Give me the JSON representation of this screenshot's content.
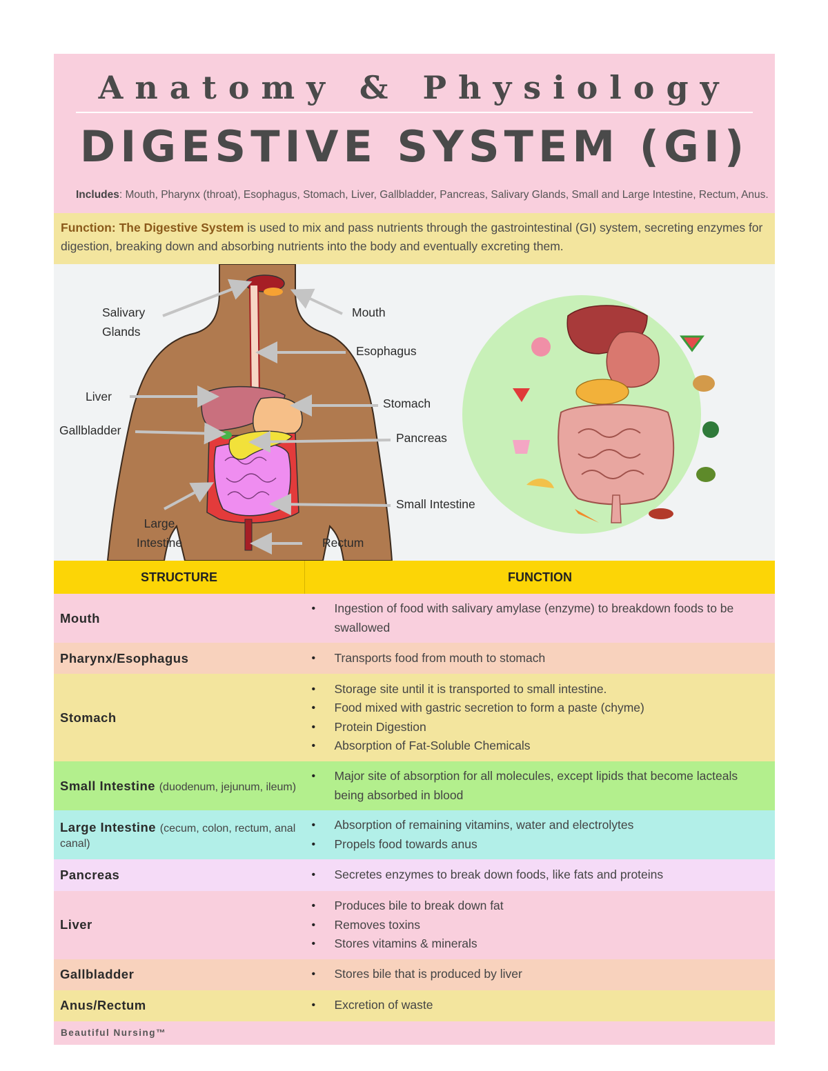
{
  "header": {
    "title": "Anatomy & Physiology",
    "subtitle": "DIGESTIVE SYSTEM (GI)",
    "includes_label": "Includes",
    "includes_text": ": Mouth, Pharynx (throat), Esophagus, Stomach, Liver, Gallbladder, Pancreas, Salivary Glands, Small and Large Intestine, Rectum, Anus."
  },
  "function": {
    "label": "Function:",
    "system_name": "The Digestive System",
    "text": "is used to mix and pass nutrients through the gastrointestinal (GI) system, secreting enzymes for digestion, breaking down and absorbing nutrients into the body and eventually excreting them."
  },
  "diagram": {
    "labels": {
      "salivary_glands": "Salivary Glands",
      "mouth": "Mouth",
      "esophagus": "Esophagus",
      "liver": "Liver",
      "stomach": "Stomach",
      "gallbladder": "Gallbladder",
      "pancreas": "Pancreas",
      "small_intestine": "Small Intestine",
      "large_intestine": "Large Intestine",
      "rectum": "Rectum"
    },
    "colors": {
      "skin": "#b07a4f",
      "liver": "#c9707e",
      "stomach": "#f6bf88",
      "pancreas": "#f2e13a",
      "gallbladder": "#47b347",
      "small_intestine": "#ef8df0",
      "large_intestine": "#e33b3b",
      "arrow": "#c4c4c4",
      "food_circle": "#c8f0b8"
    }
  },
  "table": {
    "headers": {
      "structure": "STRUCTURE",
      "function": "FUNCTION"
    },
    "rows": [
      {
        "structure": "Mouth",
        "sub": "",
        "color": "#f9cfdd",
        "functions": [
          "Ingestion of food with salivary amylase (enzyme) to breakdown foods to be swallowed"
        ]
      },
      {
        "structure": "Pharynx/Esophagus",
        "sub": "",
        "color": "#f8d2bd",
        "functions": [
          "Transports food from mouth to stomach"
        ]
      },
      {
        "structure": "Stomach",
        "sub": "",
        "color": "#f3e59e",
        "functions": [
          "Storage site until it is transported to small intestine.",
          "Food mixed with gastric secretion to form a paste (chyme)",
          "Protein Digestion",
          "Absorption of Fat-Soluble Chemicals"
        ]
      },
      {
        "structure": "Small Intestine",
        "sub": "(duodenum, jejunum, ileum)",
        "color": "#b3ef8d",
        "functions": [
          "Major site of absorption for all molecules, except lipids that become lacteals being absorbed in blood"
        ]
      },
      {
        "structure": "Large Intestine",
        "sub": "(cecum, colon, rectum, anal canal)",
        "color": "#b2efe8",
        "functions": [
          "Absorption of remaining vitamins, water and electrolytes",
          "Propels food towards anus"
        ]
      },
      {
        "structure": "Pancreas",
        "sub": "",
        "color": "#f5dbf7",
        "functions": [
          "Secretes enzymes to break down foods, like fats and proteins"
        ]
      },
      {
        "structure": "Liver",
        "sub": "",
        "color": "#f9cfdd",
        "functions": [
          "Produces bile to break down fat",
          "Removes toxins",
          "Stores vitamins & minerals"
        ]
      },
      {
        "structure": "Gallbladder",
        "sub": "",
        "color": "#f8d2bd",
        "functions": [
          "Stores bile that is produced by liver"
        ]
      },
      {
        "structure": "Anus/Rectum",
        "sub": "",
        "color": "#f3e59e",
        "functions": [
          "Excretion of waste"
        ]
      }
    ]
  },
  "footer": {
    "brand": "Beautiful Nursing™"
  }
}
